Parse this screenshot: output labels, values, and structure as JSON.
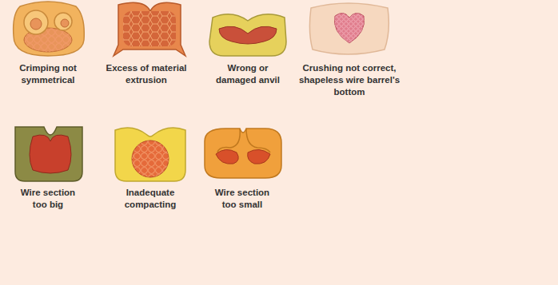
{
  "diagram": {
    "labels": [
      "Crimping not symmetrical",
      "Excess of material extrusion",
      "Wrong or damaged anvil",
      "Crushing not correct, shapeless wire barrel's bottom",
      "Wire section too big",
      "Inadequate compacting",
      "Wire section too small"
    ]
  }
}
